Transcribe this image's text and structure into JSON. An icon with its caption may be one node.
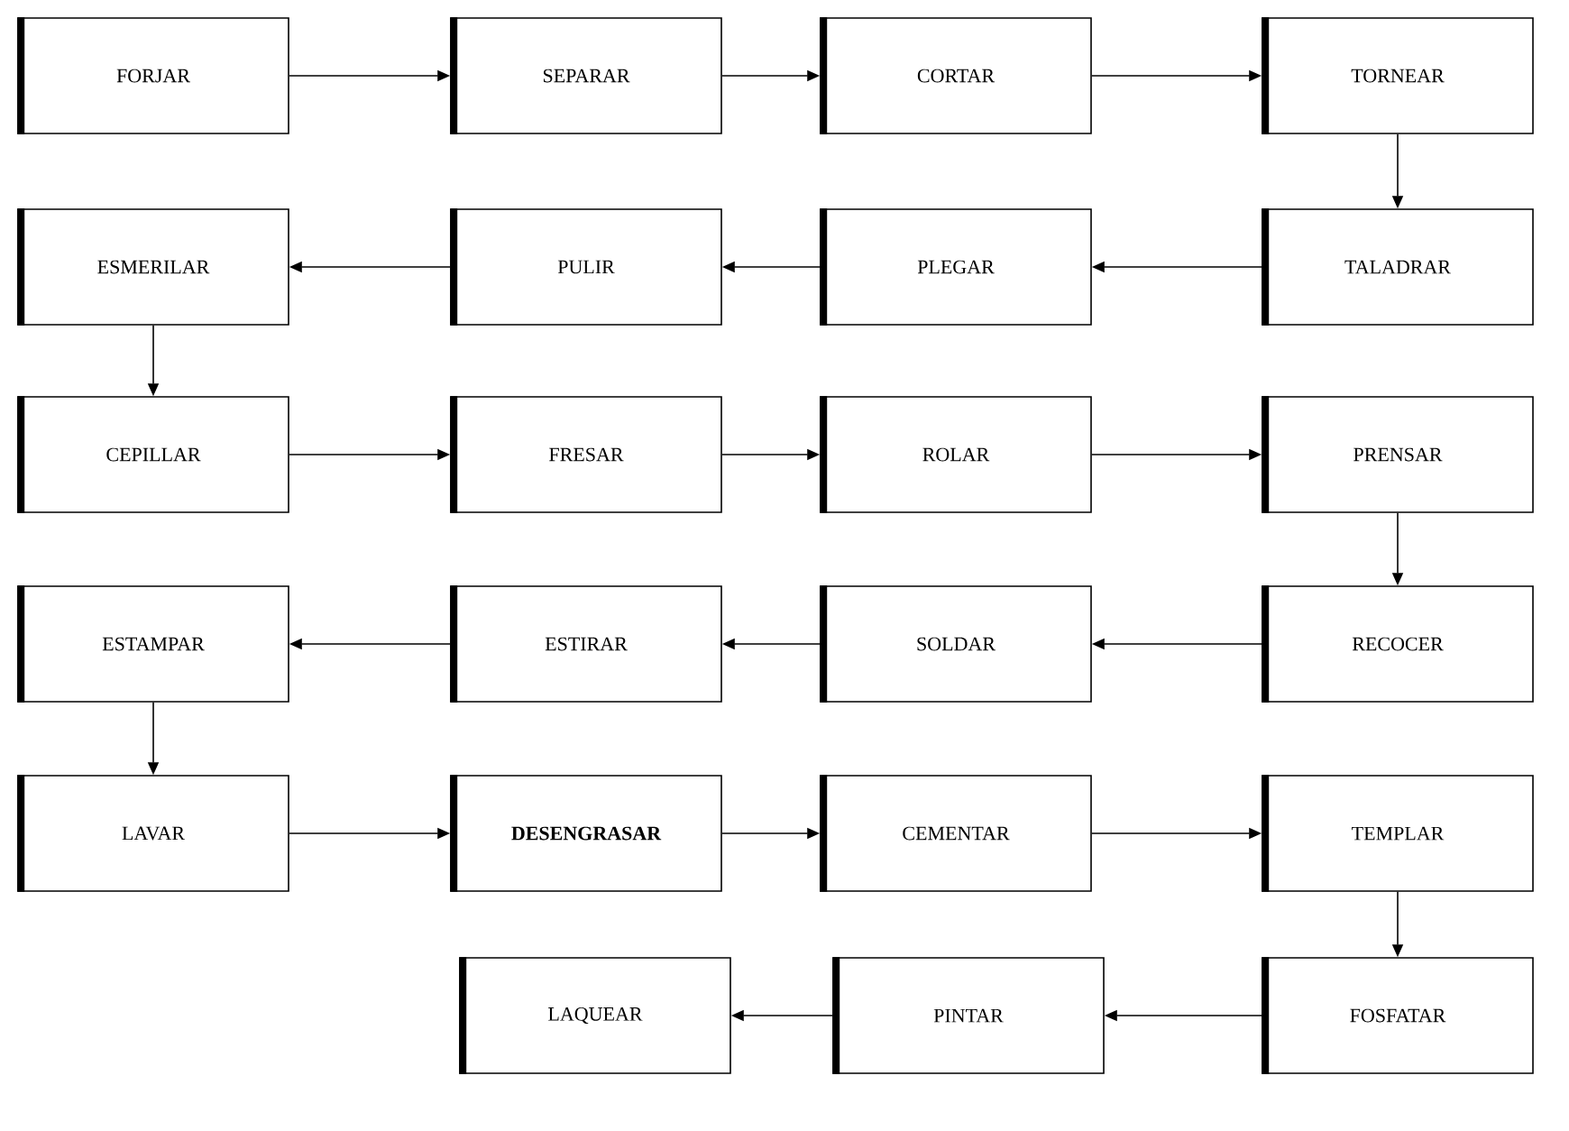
{
  "diagram": {
    "nodes": [
      {
        "text": [
          "FORJAR"
        ]
      },
      {
        "text": [
          "SEPARAR"
        ]
      },
      {
        "text": [
          "CORTAR"
        ]
      },
      {
        "text": [
          "TORNEAR"
        ]
      },
      {
        "text": [
          "ESMERILAR"
        ]
      },
      {
        "text": [
          "PULIR"
        ]
      },
      {
        "text": [
          "PLEGAR"
        ]
      },
      {
        "text": [
          "TALADRAR"
        ]
      },
      {
        "text": [
          "CEPILLAR"
        ]
      },
      {
        "text": [
          "FRESAR"
        ]
      },
      {
        "text": [
          "ROLAR"
        ]
      },
      {
        "text": [
          "PRENSAR"
        ]
      },
      {
        "text": [
          "ESTAMPAR"
        ]
      },
      {
        "text": [
          "ESTIRAR"
        ]
      },
      {
        "text": [
          "SOLDAR"
        ]
      },
      {
        "text": [
          "RECOCER"
        ]
      },
      {
        "text": [
          "LAVAR"
        ]
      },
      {
        "text": [
          "DESENGRASAR"
        ]
      },
      {
        "text": [
          "CEMENTAR"
        ]
      },
      {
        "text": [
          "TEMPLAR"
        ]
      },
      {
        "text": [
          "LAQUEAR"
        ]
      },
      {
        "text": [
          "PINTAR"
        ]
      },
      {
        "text": [
          "FOSFATAR"
        ]
      }
    ],
    "edges": [
      {
        "from": 0,
        "to": 1,
        "arrow": "to"
      },
      {
        "from": 1,
        "to": 2,
        "arrow": "to"
      },
      {
        "from": 2,
        "to": 3,
        "arrow": "to"
      },
      {
        "from": 3,
        "to": 7,
        "arrow": "to"
      },
      {
        "from": 7,
        "to": 6,
        "arrow": "to"
      },
      {
        "from": 6,
        "to": 5,
        "arrow": "to"
      },
      {
        "from": 5,
        "to": 4,
        "arrow": "to"
      },
      {
        "from": 4,
        "to": 8,
        "arrow": "to"
      },
      {
        "from": 8,
        "to": 9,
        "arrow": "to"
      },
      {
        "from": 9,
        "to": 10,
        "arrow": "to"
      },
      {
        "from": 10,
        "to": 11,
        "arrow": "to"
      },
      {
        "from": 11,
        "to": 15,
        "arrow": "to"
      },
      {
        "from": 15,
        "to": 14,
        "arrow": "to"
      },
      {
        "from": 14,
        "to": 13,
        "arrow": "to"
      },
      {
        "from": 13,
        "to": 12,
        "arrow": "to"
      },
      {
        "from": 12,
        "to": 16,
        "arrow": "to"
      },
      {
        "from": 16,
        "to": 17,
        "arrow": "to"
      },
      {
        "from": 17,
        "to": 18,
        "arrow": "to"
      },
      {
        "from": 18,
        "to": 19,
        "arrow": "to"
      },
      {
        "from": 19,
        "to": 22,
        "arrow": "to"
      },
      {
        "from": 22,
        "to": 21,
        "arrow": "to"
      },
      {
        "from": 21,
        "to": 20,
        "arrow": "to"
      }
    ]
  }
}
